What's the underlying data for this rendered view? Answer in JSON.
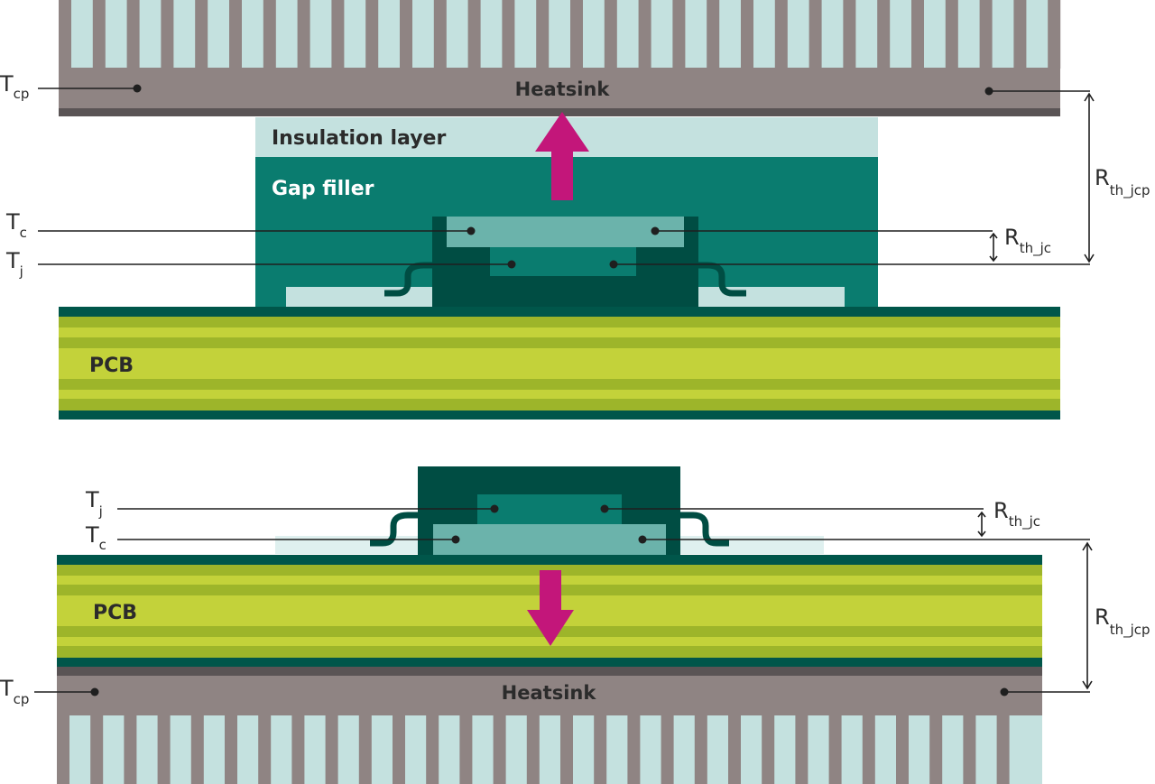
{
  "top_diagram": {
    "heatsink_label": "Heatsink",
    "insulation_label": "Insulation layer",
    "gap_filler_label": "Gap filler",
    "pcb_label": "PCB",
    "t_cp": {
      "main": "T",
      "sub": "cp"
    },
    "t_c": {
      "main": "T",
      "sub": "c"
    },
    "t_j": {
      "main": "T",
      "sub": "j"
    },
    "r_th_jc": {
      "main": "R",
      "sub": "th_jc"
    },
    "r_th_jcp": {
      "main": "R",
      "sub": "th_jcp"
    }
  },
  "bottom_diagram": {
    "heatsink_label": "Heatsink",
    "pcb_label": "PCB",
    "t_cp": {
      "main": "T",
      "sub": "cp"
    },
    "t_c": {
      "main": "T",
      "sub": "c"
    },
    "t_j": {
      "main": "T",
      "sub": "j"
    },
    "r_th_jc": {
      "main": "R",
      "sub": "th_jc"
    },
    "r_th_jcp": {
      "main": "R",
      "sub": "th_jcp"
    }
  },
  "colors": {
    "heatsink": "#8f8483",
    "heatsink_dark": "#5a5455",
    "fin_fill": "#c4e1df",
    "insulation": "#c4e1df",
    "gap_filler": "#0a7c6f",
    "package_dark": "#004d43",
    "die_mid": "#0a7c6f",
    "die_light": "#6bb3ab",
    "pcb_light": "#c3d23a",
    "pcb_mid": "#9db52a",
    "pcb_edge": "#00564a",
    "arrow": "#c3167a"
  }
}
